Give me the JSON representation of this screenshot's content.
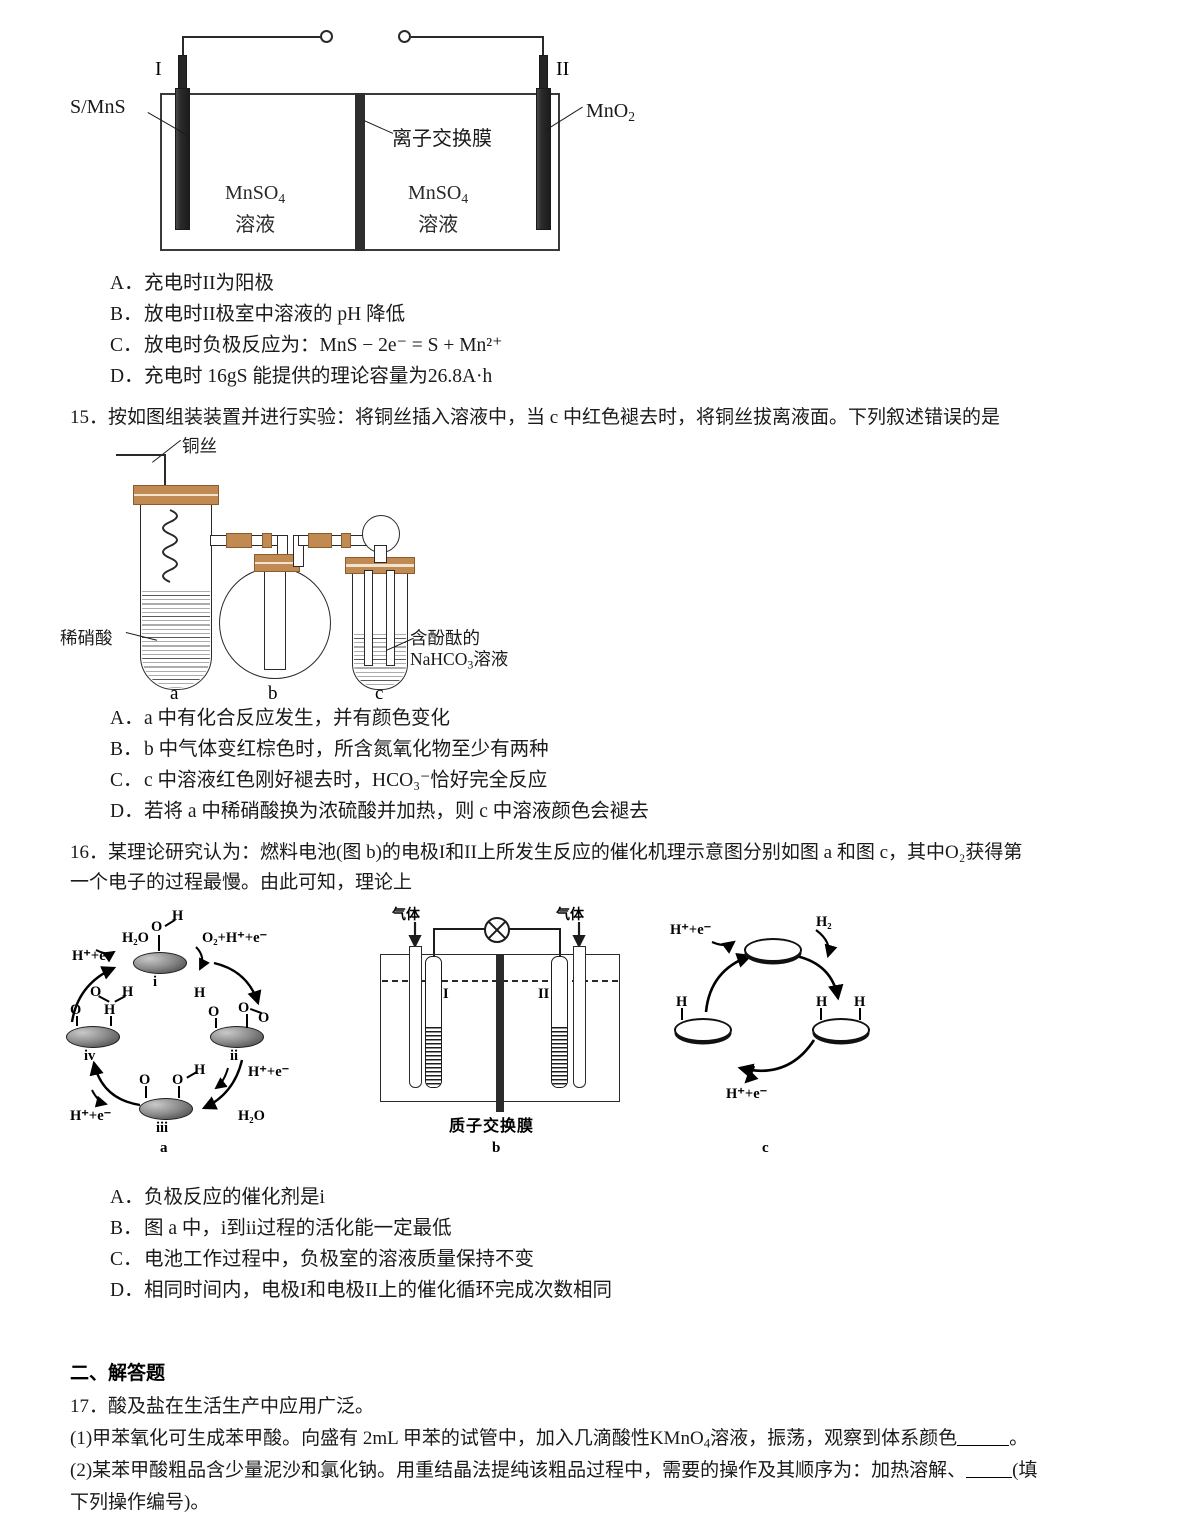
{
  "q14": {
    "diagram": {
      "electrode_1_roman": "I",
      "electrode_2_roman": "II",
      "left_electrode_label": "S/MnS",
      "right_electrode_label_main": "MnO",
      "right_electrode_label_sub": "2",
      "membrane_label": "离子交换膜",
      "left_solution_line1_main": "MnSO",
      "left_solution_line1_sub": "4",
      "left_solution_line2": "溶液",
      "right_solution_line1_main": "MnSO",
      "right_solution_line1_sub": "4",
      "right_solution_line2": "溶液"
    },
    "options": [
      {
        "label": "A．",
        "text_html": "充电时II为阳极"
      },
      {
        "label": "B．",
        "text_html": "放电时II极室中溶液的 pH 降低"
      },
      {
        "label": "C．",
        "text_html": "放电时负极反应为：MnS − 2e⁻ = S + Mn²⁺"
      },
      {
        "label": "D．",
        "text_html": "充电时 16gS 能提供的理论容量为26.8A·h"
      }
    ]
  },
  "q15": {
    "number": "15．",
    "stem": "按如图组装装置并进行实验：将铜丝插入溶液中，当 c 中红色褪去时，将铜丝拔离液面。下列叙述错误的是",
    "diagram": {
      "copper_wire_label": "铜丝",
      "dilute_nitric_label": "稀硝酸",
      "nahco3_label_line1": "含酚酞的",
      "nahco3_label_line2_pre": "NaHCO",
      "nahco3_label_line2_sub": "3",
      "nahco3_label_line2_post": "溶液",
      "vessel_a": "a",
      "vessel_b": "b",
      "vessel_c": "c"
    },
    "options": [
      {
        "label": "A．",
        "text_html": "a 中有化合反应发生，并有颜色变化"
      },
      {
        "label": "B．",
        "text_html": "b 中气体变红棕色时，所含氮氧化物至少有两种"
      },
      {
        "label": "C．",
        "text_html": "c 中溶液红色刚好褪去时，HCO₃⁻恰好完全反应"
      },
      {
        "label": "D．",
        "text_html": "若将 a 中稀硝酸换为浓硫酸并加热，则 c 中溶液颜色会褪去"
      }
    ]
  },
  "q16": {
    "number": "16．",
    "stem_line1": "某理论研究认为：燃料电池(图 b)的电极I和II上所发生反应的催化机理示意图分别如图 a 和图 c，其中O₂获得第",
    "stem_line2": "一个电子的过程最慢。由此可知，理论上",
    "figure_a": {
      "caption": "a",
      "states": [
        "i",
        "ii",
        "iii",
        "iv"
      ],
      "reagents": {
        "top_right": "O₂+H⁺+e⁻",
        "top_left_out": "H₂O",
        "left_in": "H⁺+e⁻",
        "right_in": "H⁺+e⁻",
        "right_out": "H₂O",
        "bottom_left_in": "H⁺+e⁻"
      },
      "adsorbates": {
        "i": [
          "O",
          "H"
        ],
        "ii": [
          "H",
          "O",
          "O",
          "O"
        ],
        "iii": [
          "O",
          "O",
          "H"
        ],
        "iv": [
          "O",
          "H",
          "O",
          "H"
        ]
      }
    },
    "figure_b": {
      "caption": "b",
      "gas_inlet_left": "气体",
      "gas_inlet_right": "气体",
      "electrode_left": "I",
      "electrode_right": "II",
      "membrane_label": "质子交换膜"
    },
    "figure_c": {
      "caption": "c",
      "reagents": {
        "top_right_in": "H₂",
        "top_left_out": "H⁺+e⁻",
        "bottom_out": "H⁺+e⁻"
      },
      "adsorbates": {
        "right": [
          "H",
          "H"
        ],
        "left": [
          "H"
        ]
      }
    },
    "options": [
      {
        "label": "A．",
        "text_html": "负极反应的催化剂是i"
      },
      {
        "label": "B．",
        "text_html": "图 a 中，i到ii过程的活化能一定最低"
      },
      {
        "label": "C．",
        "text_html": "电池工作过程中，负极室的溶液质量保持不变"
      },
      {
        "label": "D．",
        "text_html": "相同时间内，电极I和电极II上的催化循环完成次数相同"
      }
    ]
  },
  "section2": {
    "heading": "二、解答题",
    "q17": {
      "number": "17．",
      "stem": "酸及盐在生活生产中应用广泛。",
      "sub1_pre": "(1)甲苯氧化可生成苯甲酸。向盛有 2mL 甲苯的试管中，加入几滴酸性KMnO",
      "sub1_sub": "4",
      "sub1_mid": "溶液，振荡，观察到体系颜色",
      "sub1_post": "。",
      "sub2_pre": "(2)某苯甲酸粗品含少量泥沙和氯化钠。用重结晶法提纯该粗品过程中，需要的操作及其顺序为：加热溶解、",
      "sub2_post": "(填",
      "sub2_line2": "下列操作编号)。"
    }
  }
}
